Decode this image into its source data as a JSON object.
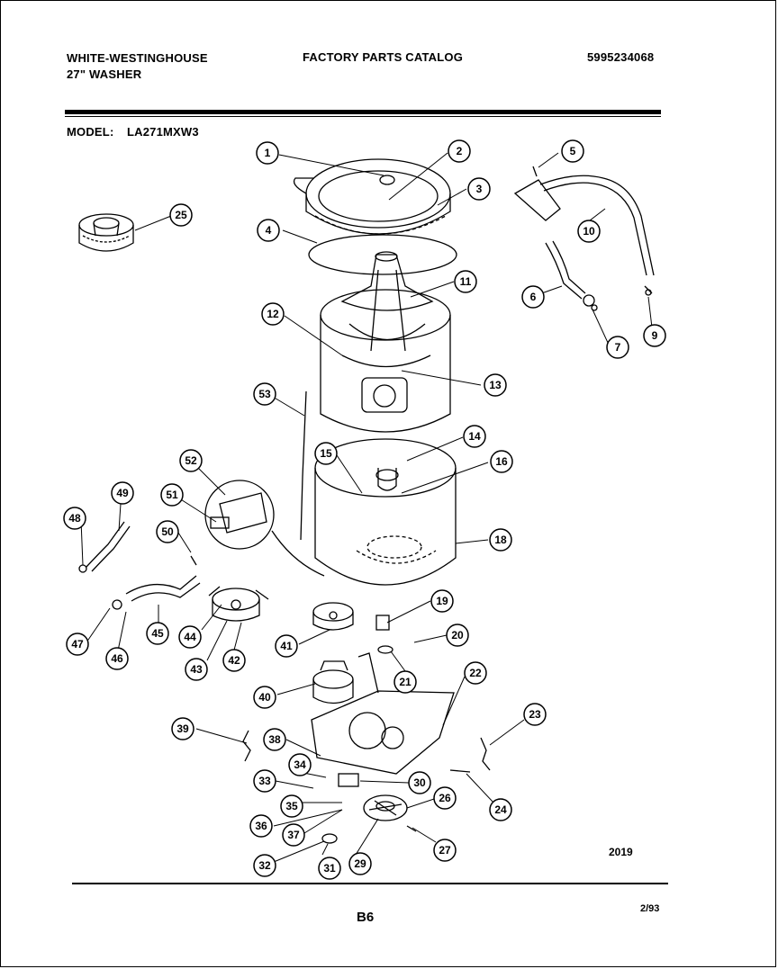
{
  "header": {
    "brand": "WHITE-WESTINGHOUSE",
    "product": "27\" WASHER",
    "catalog_title": "FACTORY PARTS CATALOG",
    "catalog_number": "5995234068"
  },
  "model": {
    "label": "MODEL:",
    "value": "LA271MXW3"
  },
  "diagram": {
    "callouts": [
      "1",
      "2",
      "3",
      "4",
      "5",
      "6",
      "7",
      "9",
      "10",
      "11",
      "12",
      "13",
      "14",
      "15",
      "16",
      "18",
      "19",
      "20",
      "21",
      "22",
      "23",
      "24",
      "25",
      "26",
      "27",
      "29",
      "30",
      "31",
      "32",
      "33",
      "34",
      "35",
      "36",
      "37",
      "38",
      "39",
      "40",
      "41",
      "42",
      "43",
      "44",
      "45",
      "46",
      "47",
      "48",
      "49",
      "50",
      "51",
      "52",
      "53"
    ],
    "code": "2019"
  },
  "footer": {
    "page_number": "B6",
    "revision_date": "2/93"
  }
}
